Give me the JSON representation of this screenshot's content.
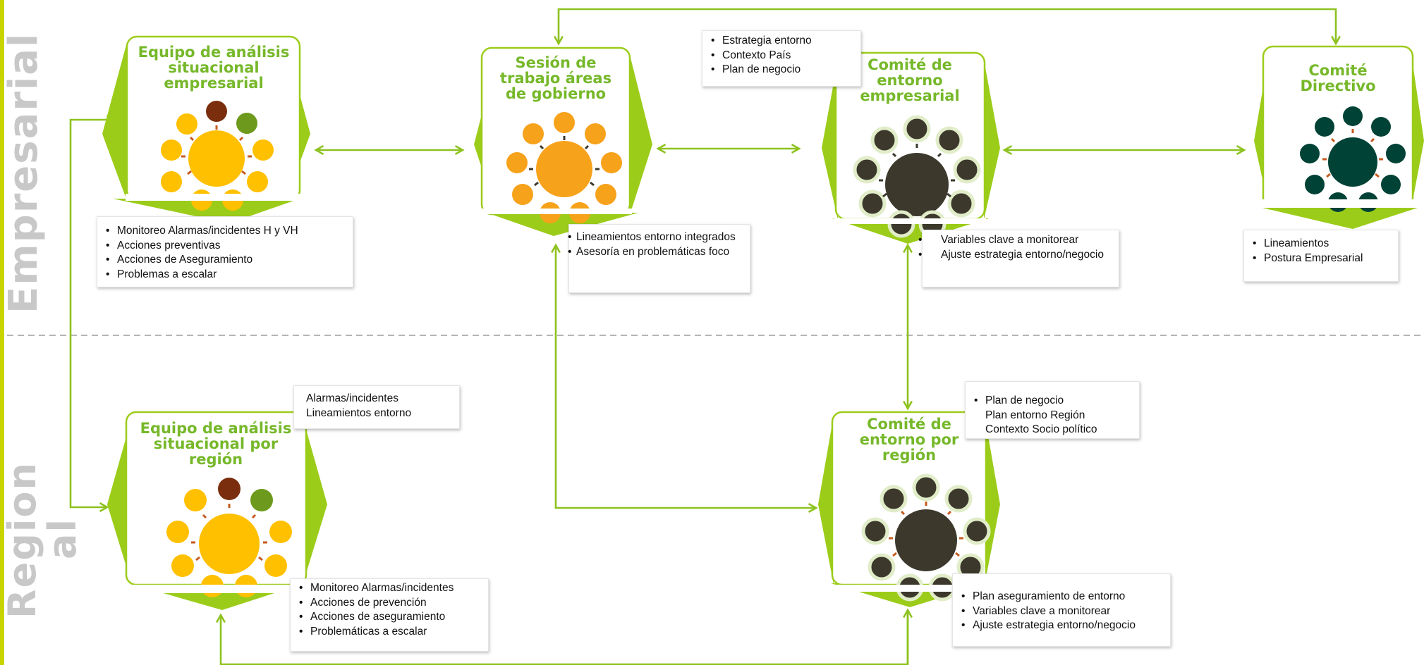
{
  "sections": {
    "top": "Empresarial",
    "bottom_line1": "Region",
    "bottom_line2": "al"
  },
  "nodes": {
    "equipo_emp": {
      "title": "Equipo de análisis situacional empresarial"
    },
    "sesion": {
      "title": "Sesión de trabajo áreas de gobierno"
    },
    "comite_emp": {
      "title": "Comité de entorno empresarial"
    },
    "directivo": {
      "title": "Comité Directivo"
    },
    "equipo_reg": {
      "title": "Equipo de análisis situacional por región"
    },
    "comite_reg": {
      "title": "Comité de entorno por región"
    }
  },
  "notes": {
    "equipo_emp": [
      "Monitoreo Alarmas/incidentes H y VH",
      "Acciones preventivas",
      "Acciones de Aseguramiento",
      "Problemas a escalar"
    ],
    "sesion_top": [
      "Estrategia entorno",
      "Contexto País",
      "Plan de negocio"
    ],
    "sesion_bottom": [
      "Lineamientos entorno integrados",
      "Asesoría en problemáticas foco"
    ],
    "comite_emp": [
      "Variables clave a monitorear",
      "Ajuste estrategia entorno/negocio"
    ],
    "directivo": [
      "Lineamientos",
      "Postura Empresarial"
    ],
    "equipo_reg_top": [
      "Alarmas/incidentes",
      "Lineamientos entorno"
    ],
    "equipo_reg_bottom": [
      "Monitoreo Alarmas/incidentes",
      "Acciones de prevención",
      "Acciones de aseguramiento",
      "Problemáticas a escalar"
    ],
    "comite_reg_top": [
      "Plan de negocio",
      "Plan entorno Región",
      "Contexto  Socio político"
    ],
    "comite_reg_bottom": [
      "Plan  aseguramiento de entorno",
      "Variables clave a monitorear",
      "Ajuste estrategia entorno/negocio"
    ]
  },
  "colors": {
    "green": "#76b82a",
    "lime": "#9ccc1a",
    "yellow": "#ffc000",
    "orange": "#f7a21b",
    "brown": "#7a2e0e",
    "olive": "#6d9a1c",
    "dark": "#3c382b",
    "teal": "#004236",
    "dash": "#c65a1e"
  }
}
